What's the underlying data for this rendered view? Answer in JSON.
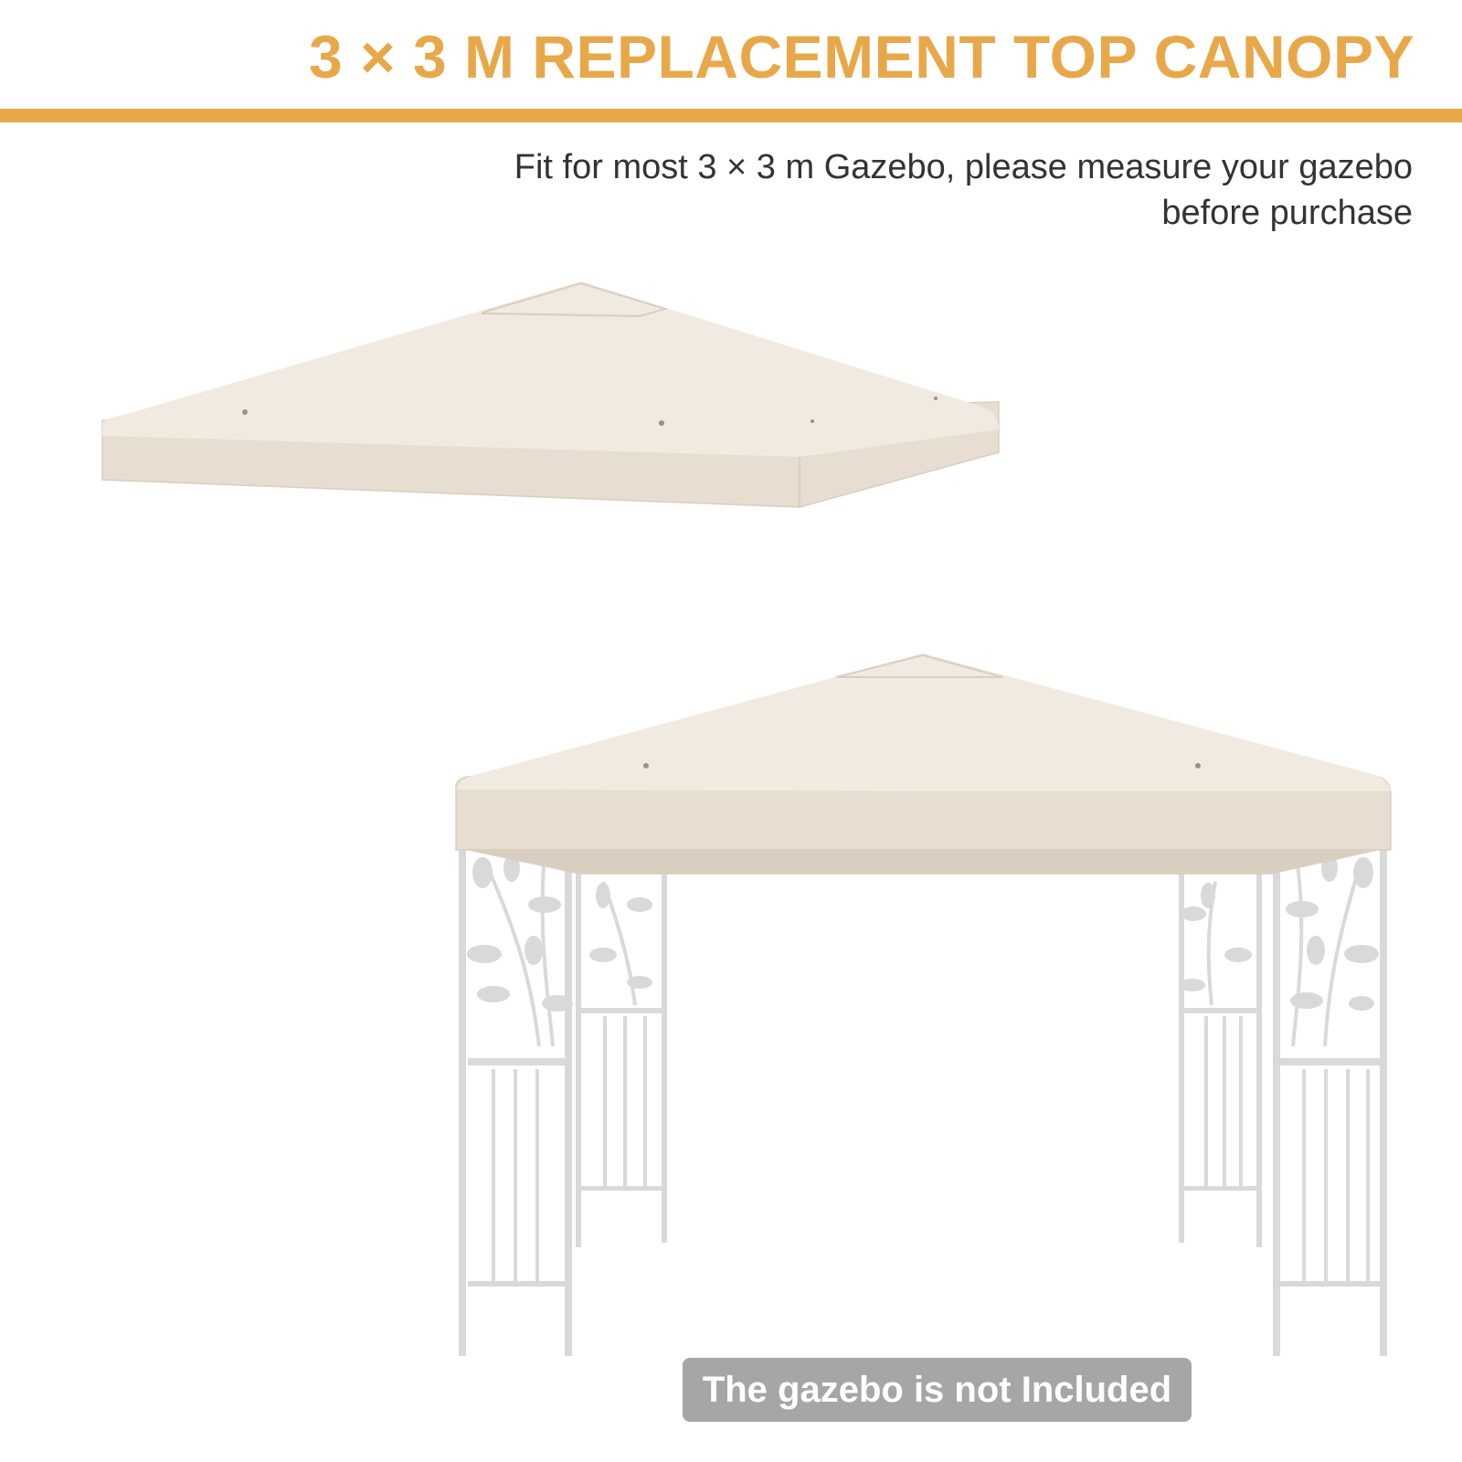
{
  "header": {
    "title": "3 × 3 M REPLACEMENT TOP CANOPY",
    "subtitle_line1": "Fit for most 3 × 3 m Gazebo, please measure your gazebo",
    "subtitle_line2": "before purchase"
  },
  "note": {
    "label": "The gazebo is not Included"
  },
  "colors": {
    "accent": "#E8A84A",
    "canopy": "#F1EAE0",
    "canopy_shade": "#E7DDD1",
    "canopy_edge": "#D9CEC0",
    "frame": "#D9D9D9",
    "note_bg": "#A6A6A6",
    "text": "#333333"
  }
}
